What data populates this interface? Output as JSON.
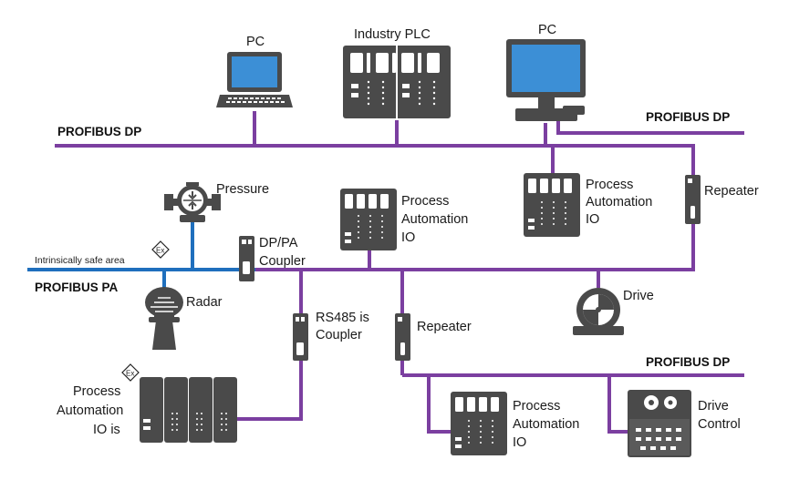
{
  "colors": {
    "profibus_dp": "#7b3fa0",
    "profibus_pa": "#1f6fbd",
    "device": "#4a4a4a"
  },
  "labels": {
    "pc_laptop": "PC",
    "industry_plc": "Industry PLC",
    "pc_desktop": "PC",
    "profibus_dp_left": "PROFIBUS DP",
    "profibus_dp_right": "PROFIBUS DP",
    "profibus_dp_bottom": "PROFIBUS DP",
    "profibus_pa": "PROFIBUS PA",
    "intrinsically_safe": "Intrinsically safe area",
    "ex_symbol": "Ex",
    "pressure": "Pressure",
    "radar": "Radar",
    "dp_pa_coupler": [
      "DP/PA",
      "Coupler"
    ],
    "rs485_coupler": [
      "RS485 is",
      "Coupler"
    ],
    "process_io_center": [
      "Process",
      "Automation",
      "IO"
    ],
    "process_io_top_right": [
      "Process",
      "Automation",
      "IO"
    ],
    "process_io_bottom": [
      "Process",
      "Automation",
      "IO"
    ],
    "process_io_left": [
      "Process",
      "Automation",
      "IO is"
    ],
    "repeater_right": "Repeater",
    "repeater_center": "Repeater",
    "drive": "Drive",
    "drive_control": [
      "Drive",
      "Control"
    ]
  }
}
